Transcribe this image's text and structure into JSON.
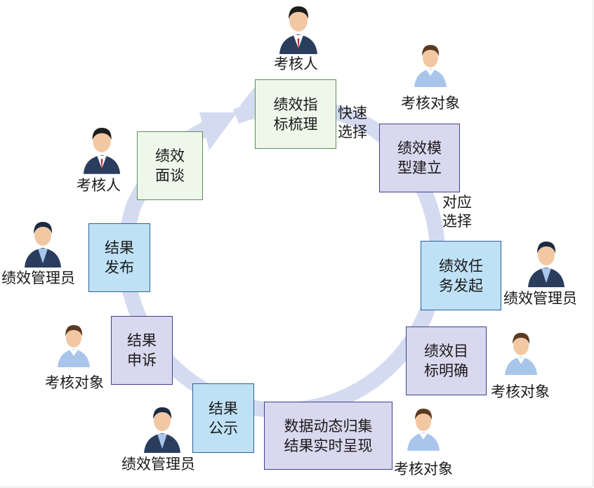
{
  "steps": [
    {
      "id": "indicator",
      "text": "绩效指\n标梳理"
    },
    {
      "id": "model",
      "text": "绩效模\n型建立"
    },
    {
      "id": "task",
      "text": "绩效任\n务发起"
    },
    {
      "id": "goal",
      "text": "绩效目\n标明确"
    },
    {
      "id": "collect",
      "text": "数据动态归集\n结果实时呈现"
    },
    {
      "id": "publicize",
      "text": "结果\n公示"
    },
    {
      "id": "appeal",
      "text": "结果\n申诉"
    },
    {
      "id": "release",
      "text": "结果\n发布"
    },
    {
      "id": "interview",
      "text": "绩效\n面谈"
    }
  ],
  "connector_labels": {
    "quick_select": "快速\n选择",
    "match_select": "对应\n选择"
  },
  "roles": {
    "assessor_top": "考核人",
    "assessee_top_right": "考核对象",
    "manager_right": "绩效管理员",
    "assessee_right": "考核对象",
    "assessee_bottom_right": "考核对象",
    "manager_bottom": "绩效管理员",
    "assessee_left": "考核对象",
    "manager_left": "绩效管理员",
    "assessor_left": "考核人"
  },
  "colors": {
    "ring": "#d4dbf1",
    "green_box": "#eef7ea",
    "lilac_box": "#d9d8ef",
    "blue_box": "#bfe1f5",
    "suit_dark": "#2b3d5e",
    "shirt_light": "#a9c6ea"
  }
}
